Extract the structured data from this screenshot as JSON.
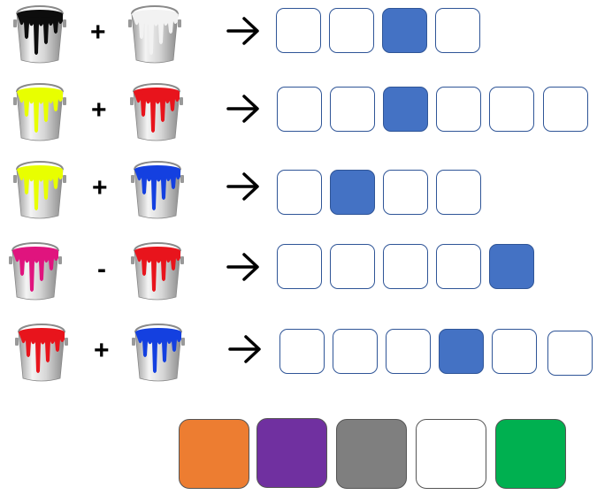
{
  "colors": {
    "black": "#0d0d0d",
    "white": "#f2f2f2",
    "yellow": "#e8ff00",
    "red": "#e8141c",
    "blue": "#1440e0",
    "magenta": "#e0147e",
    "slot_border": "#2f5597",
    "slot_fill": "#4472c4"
  },
  "rows": [
    {
      "operand1_icon": "black-paint-bucket-icon",
      "operator": "+",
      "operand2_icon": "white-paint-bucket-icon",
      "slot_count": 4,
      "selected_slot": 3
    },
    {
      "operand1_icon": "yellow-paint-bucket-icon",
      "operator": "+",
      "operand2_icon": "red-paint-bucket-icon",
      "slot_count": 6,
      "selected_slot": 3
    },
    {
      "operand1_icon": "yellow-paint-bucket-icon",
      "operator": "+",
      "operand2_icon": "blue-paint-bucket-icon",
      "slot_count": 4,
      "selected_slot": 2
    },
    {
      "operand1_icon": "magenta-paint-bucket-icon",
      "operator": "-",
      "operand2_icon": "red-paint-bucket-icon",
      "slot_count": 5,
      "selected_slot": 5
    },
    {
      "operand1_icon": "red-paint-bucket-icon",
      "operator": "+",
      "operand2_icon": "blue-paint-bucket-icon",
      "slot_count": 6,
      "selected_slot": 4
    }
  ],
  "palette": [
    {
      "name": "orange",
      "color": "#ed7d31"
    },
    {
      "name": "purple",
      "color": "#7030a0"
    },
    {
      "name": "gray",
      "color": "#7f7f7f"
    },
    {
      "name": "white",
      "color": "#ffffff"
    },
    {
      "name": "green",
      "color": "#00b050"
    }
  ]
}
